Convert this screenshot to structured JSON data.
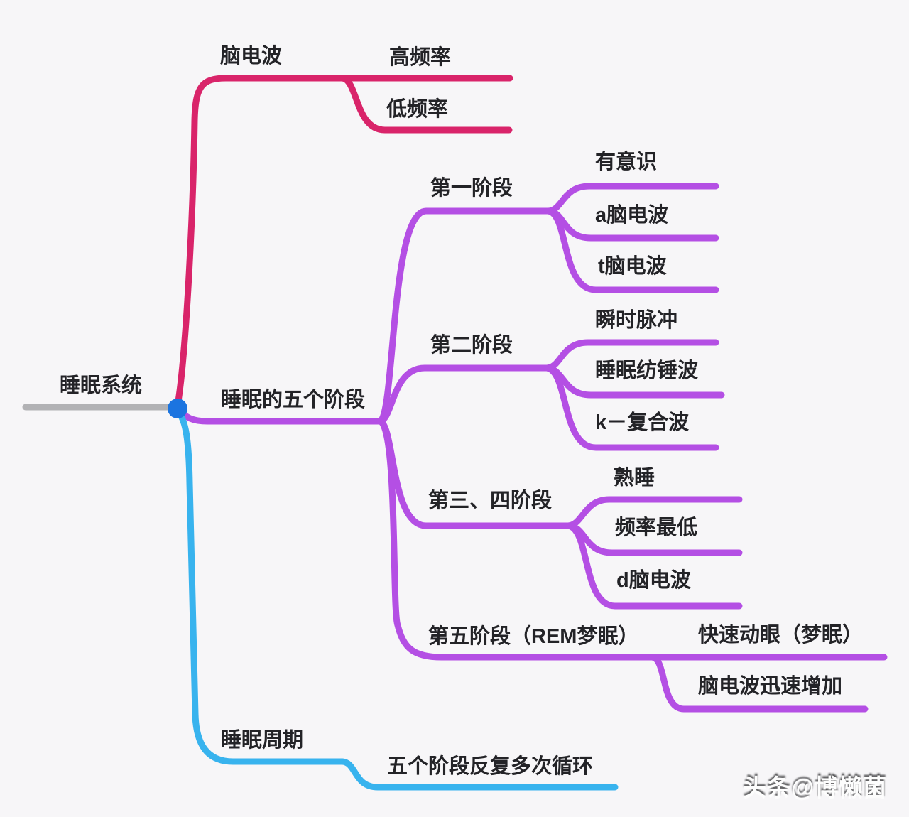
{
  "mindmap": {
    "root": {
      "label": "睡眠系统"
    },
    "branches": [
      {
        "label": "脑电波",
        "color": "#d9246a",
        "children": [
          {
            "label": "高频率"
          },
          {
            "label": "低频率"
          }
        ]
      },
      {
        "label": "睡眠的五个阶段",
        "color": "#b44fe4",
        "children": [
          {
            "label": "第一阶段",
            "children": [
              {
                "label": "有意识"
              },
              {
                "label": "a脑电波"
              },
              {
                "label": "t脑电波"
              }
            ]
          },
          {
            "label": "第二阶段",
            "children": [
              {
                "label": "瞬时脉冲"
              },
              {
                "label": "睡眠纺锤波"
              },
              {
                "label": "k－复合波"
              }
            ]
          },
          {
            "label": "第三、四阶段",
            "children": [
              {
                "label": "熟睡"
              },
              {
                "label": "频率最低"
              },
              {
                "label": "d脑电波"
              }
            ]
          },
          {
            "label": "第五阶段（REM梦眠）",
            "children": [
              {
                "label": "快速动眼（梦眠）"
              },
              {
                "label": "脑电波迅速增加"
              }
            ]
          }
        ]
      },
      {
        "label": "睡眠周期",
        "color": "#38b3ee",
        "children": [
          {
            "label": "五个阶段反复多次循环"
          }
        ]
      }
    ]
  },
  "watermark": {
    "text": "头条@博懒菌"
  },
  "colors": {
    "background": "#f7f6f8",
    "branch_brainwaves": "#d9246a",
    "branch_stages": "#b44fe4",
    "branch_cycle": "#38b3ee",
    "root_line": "#b2b2b5",
    "center_node": "#1b74e0",
    "text": "#232327"
  }
}
